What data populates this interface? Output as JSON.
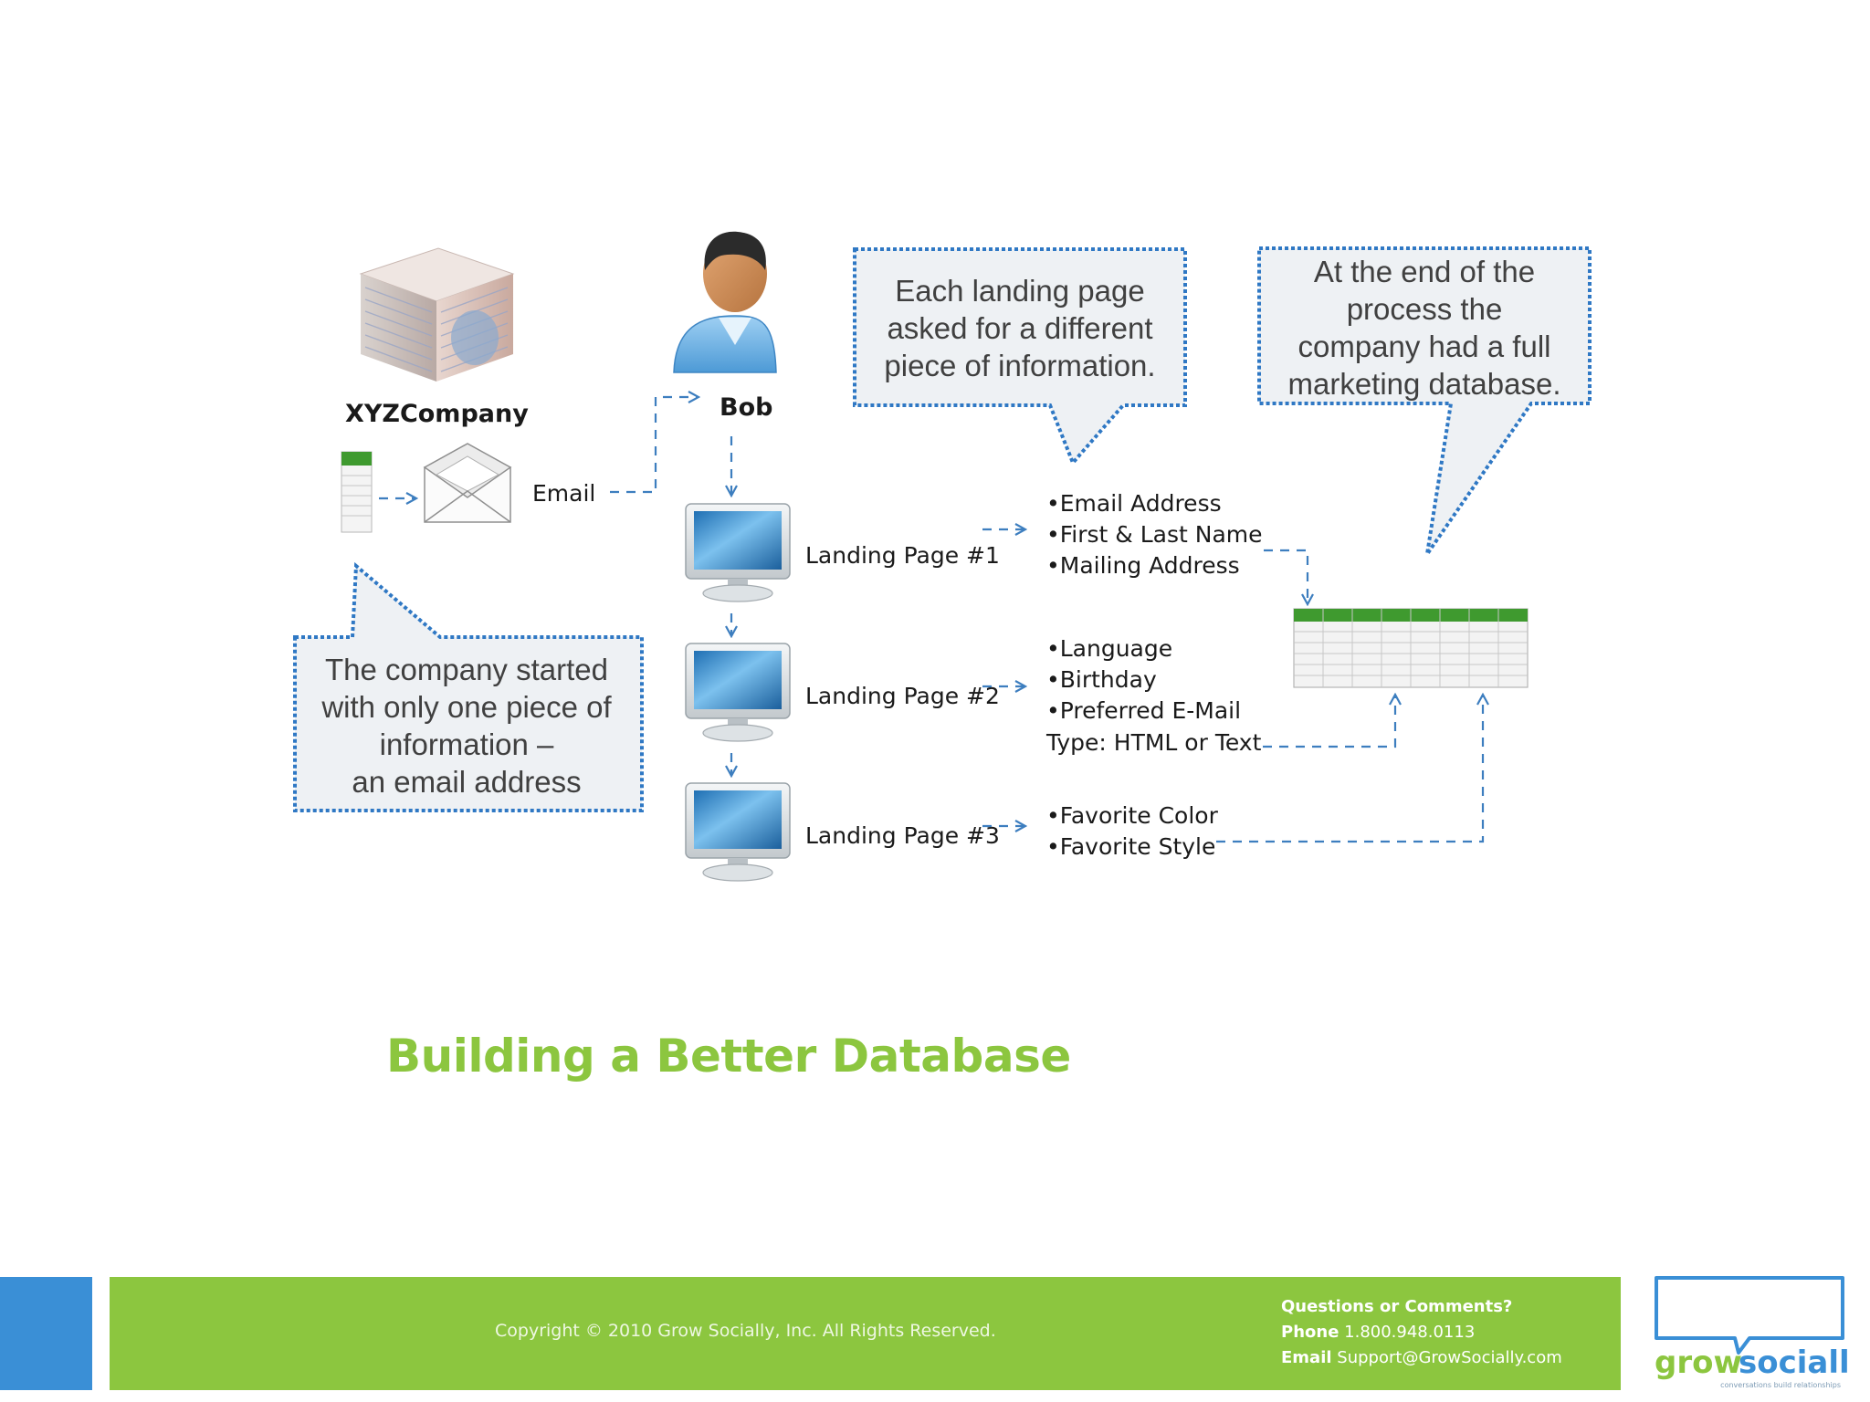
{
  "slide": {
    "title": "Building a Better Database"
  },
  "diagram": {
    "company_label": "XYZCompany",
    "person_label": "Bob",
    "email_label": "Email",
    "landing_pages": [
      {
        "label": "Landing Page #1",
        "fields": [
          "•Email Address",
          "•First & Last Name",
          "•Mailing Address"
        ]
      },
      {
        "label": "Landing Page #2",
        "fields": [
          "•Language",
          "•Birthday",
          "•Preferred E-Mail",
          "Type: HTML or Text"
        ]
      },
      {
        "label": "Landing Page #3",
        "fields": [
          "•Favorite Color",
          "•Favorite Style"
        ]
      }
    ],
    "callouts": {
      "company_start": [
        "The company started",
        "with only one piece of",
        "information –",
        "an email address"
      ],
      "landing_info": [
        "Each landing page",
        "asked for a different",
        "piece of information."
      ],
      "end_result": [
        "At the end of the",
        "process the",
        "company had a full",
        "marketing database."
      ]
    }
  },
  "footer": {
    "copyright": "Copyright © 2010 Grow Socially, Inc. All Rights Reserved.",
    "questions": "Questions or Comments?",
    "phone_label": "Phone",
    "phone": "1.800.948.0113",
    "email_label": "Email",
    "email": "Support@GrowSocially.com"
  },
  "logo": {
    "word1": "grow",
    "word2": "socially",
    "tagline": "conversations build relationships"
  },
  "colors": {
    "accent_green": "#8cc63f",
    "accent_blue": "#3a8fd6",
    "arrow_blue": "#3d7ebf",
    "callout_border": "#2f78c4"
  }
}
